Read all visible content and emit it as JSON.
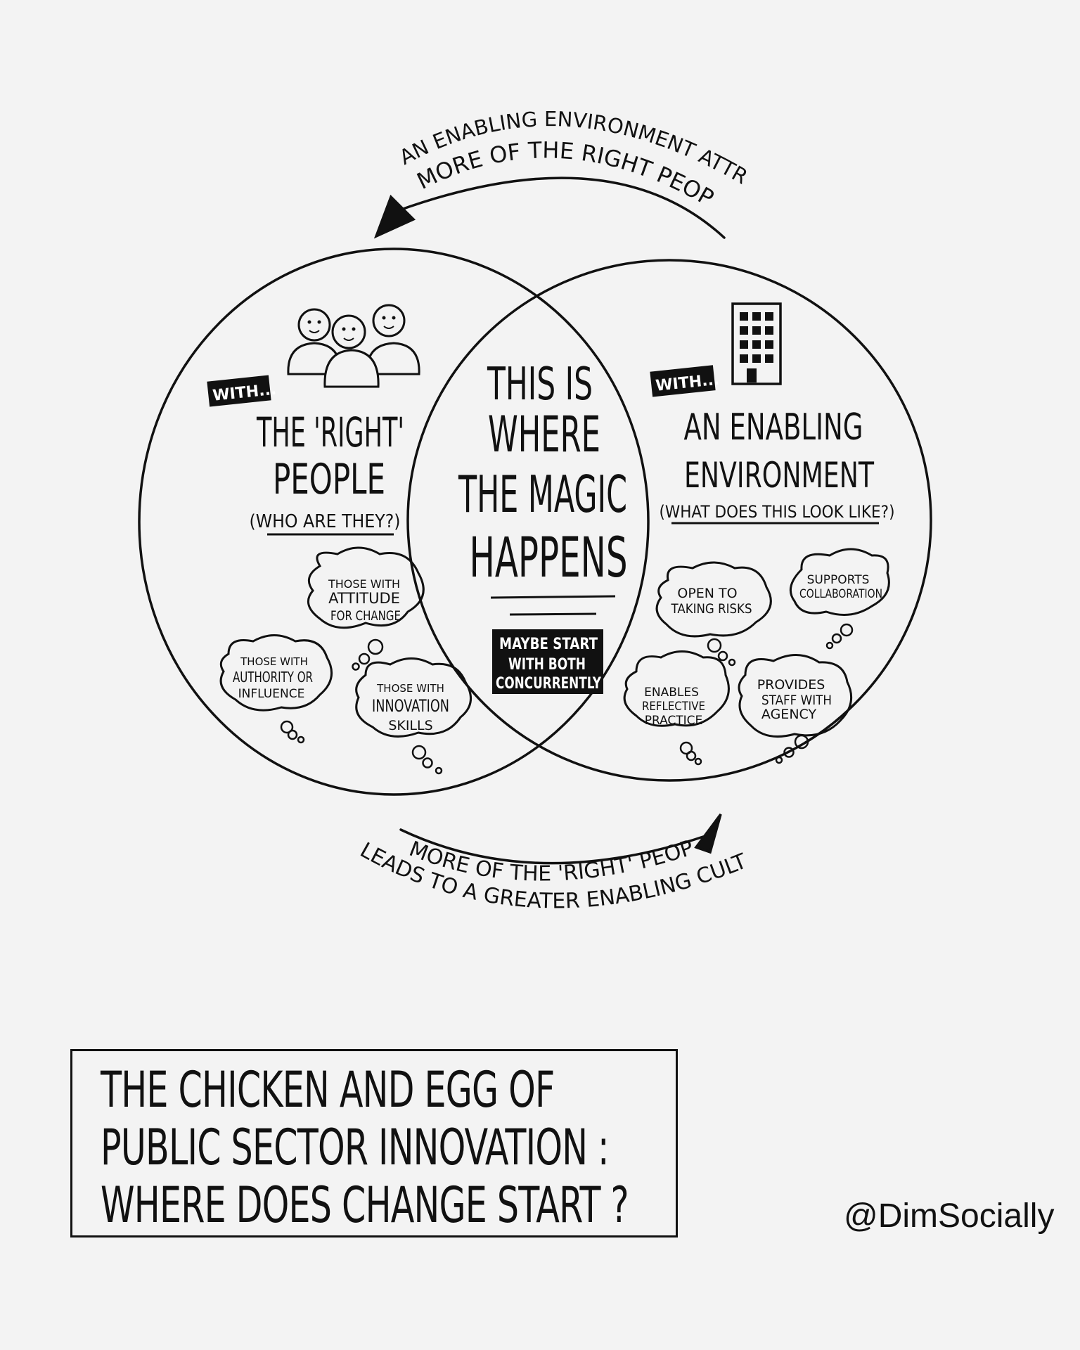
{
  "top_arrow_text": {
    "line1": "AN ENABLING ENVIRONMENT ATTRACTS",
    "line2": "MORE OF THE RIGHT PEOPLE"
  },
  "bottom_arrow_text": {
    "line1": "MORE OF THE 'RIGHT' PEOPLE",
    "line2": "LEADS TO A GREATER ENABLING CULTURE"
  },
  "left_circle": {
    "tag": "WITH...",
    "title_line1": "THE 'RIGHT'",
    "title_line2": "PEOPLE",
    "subtitle": "(WHO ARE THEY?)",
    "bubbles": [
      {
        "line1": "THOSE WITH",
        "line2": "ATTITUDE",
        "line3": "FOR CHANGE"
      },
      {
        "line1": "THOSE WITH",
        "line2": "AUTHORITY OR",
        "line3": "INFLUENCE"
      },
      {
        "line1": "THOSE WITH",
        "line2": "INNOVATION",
        "line3": "SKILLS"
      }
    ]
  },
  "center": {
    "line1": "THIS IS",
    "line2": "WHERE",
    "line3": "THE MAGIC",
    "line4": "HAPPENS",
    "note_line1": "MAYBE START",
    "note_line2": "WITH BOTH",
    "note_line3": "CONCURRENTLY"
  },
  "right_circle": {
    "tag": "WITH...",
    "title_line1": "AN ENABLING",
    "title_line2": "ENVIRONMENT",
    "subtitle": "(WHAT DOES THIS LOOK LIKE?)",
    "bubbles": [
      {
        "line1": "OPEN TO",
        "line2": "TAKING RISKS"
      },
      {
        "line1": "SUPPORTS",
        "line2": "COLLABORATION"
      },
      {
        "line1": "ENABLES",
        "line2": "REFLECTIVE",
        "line3": "PRACTICE"
      },
      {
        "line1": "PROVIDES",
        "line2": "STAFF WITH",
        "line3": "AGENCY"
      }
    ]
  },
  "title": {
    "line1": "THE CHICKEN AND EGG OF",
    "line2": "PUBLIC SECTOR INNOVATION :",
    "line3": "WHERE DOES CHANGE START ?"
  },
  "credit": "@DimSocially"
}
